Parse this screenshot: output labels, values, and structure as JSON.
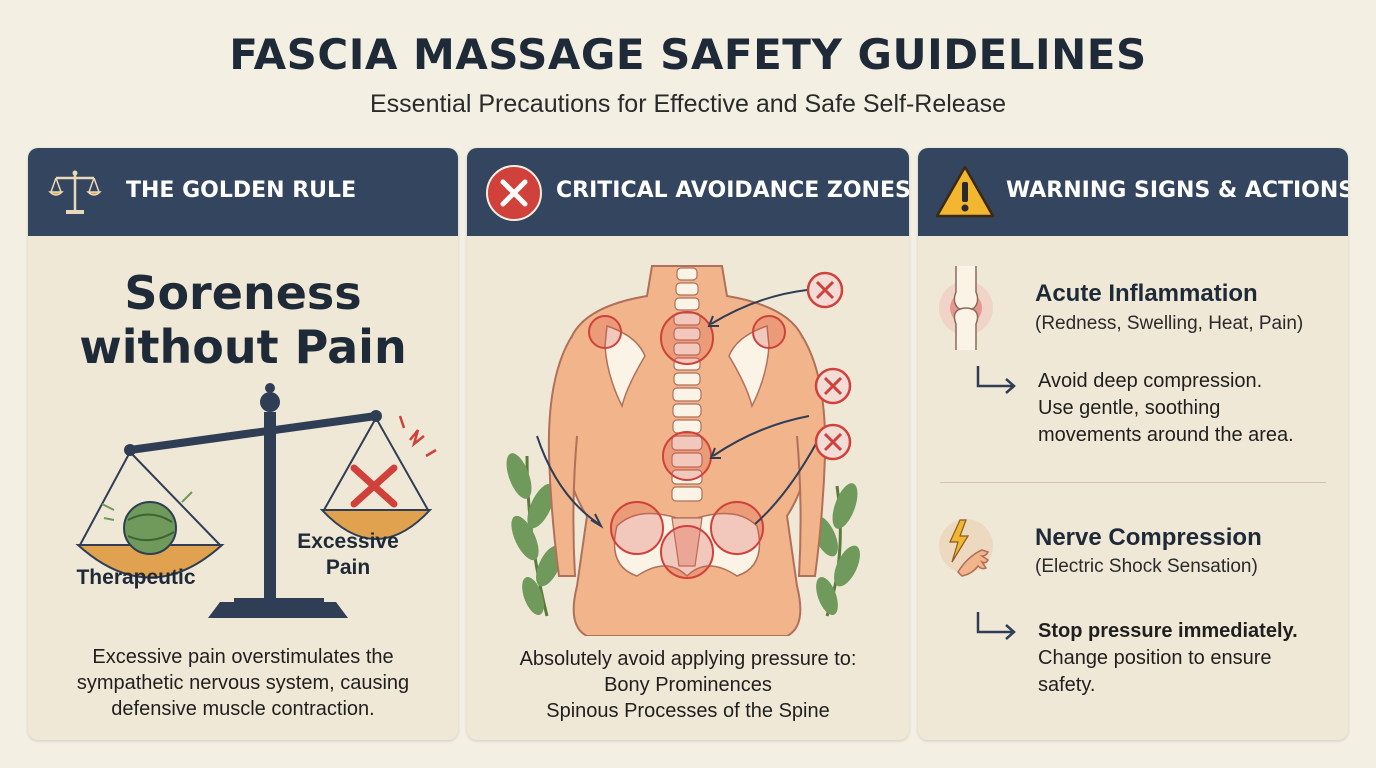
{
  "header": {
    "title": "FASCIA MASSAGE SAFETY GUIDELINES",
    "subtitle": "Essential Precautions for Effective and Safe Self-Release"
  },
  "golden_rule": {
    "heading": "THE GOLDEN RULE",
    "icon": "balance-scale-icon",
    "big_line1": "Soreness",
    "big_line2": "without Pain",
    "left_pan_label": "Therapeutic",
    "right_pan_label_line1": "Excessive",
    "right_pan_label_line2": "Pain",
    "caption_line1": "Excessive pain overstimulates the",
    "caption_line2": "sympathetic nervous system, causing",
    "caption_line3": "defensive muscle contraction."
  },
  "avoidance": {
    "heading": "CRITICAL AVOIDANCE ZONES",
    "icon": "x-circle-icon",
    "caption_line1": "Absolutely avoid applying pressure to:",
    "caption_line2": "Bony Prominences",
    "caption_line3": "Spinous Processes of the Spine"
  },
  "warnings": {
    "heading": "WARNING SIGNS & ACTIONS",
    "icon": "warning-triangle-icon",
    "items": [
      {
        "icon": "inflamed-joint-icon",
        "title": "Acute Inflammation",
        "subtitle": "(Redness, Swelling, Heat, Pain)",
        "action_line1": "Avoid deep compression.",
        "action_line2": "Use gentle, soothing",
        "action_line3": "movements around the area."
      },
      {
        "icon": "electric-hand-icon",
        "title": "Nerve Compression",
        "subtitle": "(Electric Shock Sensation)",
        "action_line1": "Stop pressure immediately.",
        "action_line2": "Change position to ensure",
        "action_line3": "safety."
      }
    ]
  },
  "colors": {
    "background": "#f4efe3",
    "header_bar": "#34455f",
    "card": "#f0e8d6",
    "danger_red": "#d0413b",
    "warning_yellow": "#f2b631",
    "accent_orange": "#e0a24f"
  }
}
